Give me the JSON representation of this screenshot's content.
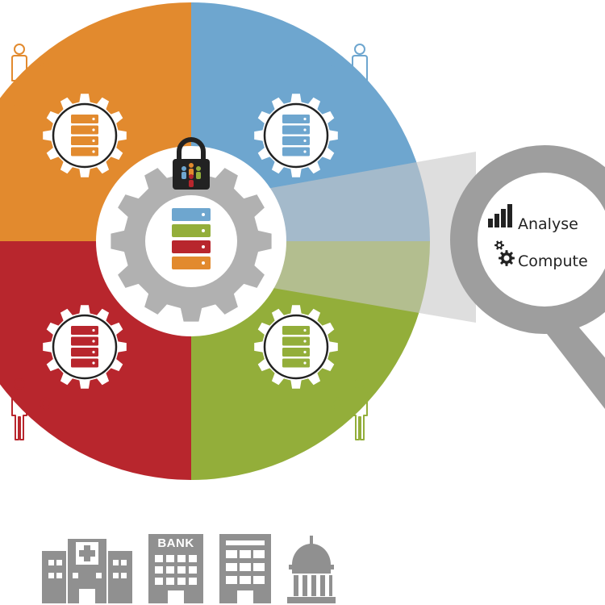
{
  "colors": {
    "orange": "#E28A2E",
    "blue": "#6EA6CF",
    "red": "#B8262D",
    "green": "#93AE3A",
    "gear": "#B1B1B1",
    "lens_ring": "#9E9E9E",
    "beam": "#C8C8C8",
    "building": "#909090",
    "lock": "#222222"
  },
  "quadrants": [
    {
      "id": "top-left",
      "color_key": "orange"
    },
    {
      "id": "top-right",
      "color_key": "blue"
    },
    {
      "id": "bottom-left",
      "color_key": "red"
    },
    {
      "id": "bottom-right",
      "color_key": "green"
    }
  ],
  "center": {
    "icon": "database-stack-icon",
    "stack_colors": [
      "blue",
      "green",
      "red",
      "orange"
    ],
    "lock_icon": "padlock-icon"
  },
  "magnifier": {
    "items": [
      {
        "icon": "bar-chart-icon",
        "label": "Analyse"
      },
      {
        "icon": "gears-icon",
        "label": "Compute"
      }
    ]
  },
  "institutions": [
    {
      "icon": "hospital-icon",
      "label": ""
    },
    {
      "icon": "bank-icon",
      "label": "BANK"
    },
    {
      "icon": "office-building-icon",
      "label": ""
    },
    {
      "icon": "government-building-icon",
      "label": ""
    }
  ]
}
